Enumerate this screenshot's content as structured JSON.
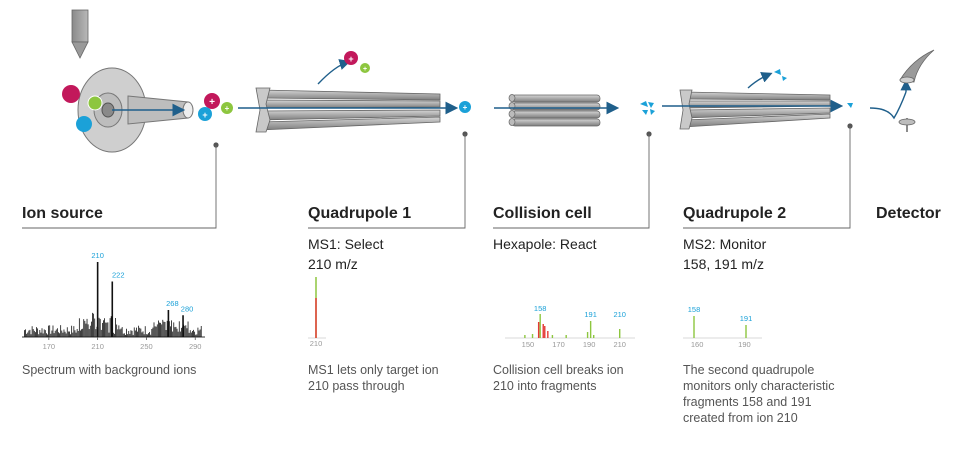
{
  "stages": [
    {
      "title": "Ion source"
    },
    {
      "title": "Quadrupole 1",
      "sub1": "MS1: Select",
      "sub2": "210 m/z"
    },
    {
      "title": "Collision cell",
      "sub1": "Hexapole: React"
    },
    {
      "title": "Quadrupole 2",
      "sub1": "MS2: Monitor",
      "sub2": "158, 191 m/z"
    },
    {
      "title": "Detector"
    }
  ],
  "descriptions": {
    "source": "Spectrum with  background ions",
    "q1": [
      "MS1 lets only target ion",
      "210 pass through"
    ],
    "cell": [
      "Collision cell breaks ion",
      "210 into fragments"
    ],
    "q2": [
      "The second quadrupole",
      "monitors only characteristic",
      "fragments 158 and 191",
      "created from ion 210"
    ]
  },
  "ion_symbols": {
    "positive": "+"
  },
  "colors": {
    "magenta": "#c2185b",
    "green": "#8dc63f",
    "cyan": "#1ba1d8",
    "blue_label": "#1ba1d8",
    "red": "#e53935",
    "gray": "#999999",
    "dark": "#222222",
    "arrow": "#1f5f8b"
  },
  "spectra": {
    "source": {
      "ticks": [
        "170",
        "210",
        "250",
        "290"
      ],
      "labels": [
        "210",
        "222",
        "268",
        "280"
      ],
      "peaks": [
        {
          "mz": 210,
          "h": 1.0,
          "label": "210"
        },
        {
          "mz": 222,
          "h": 0.74,
          "label": "222"
        },
        {
          "mz": 268,
          "h": 0.36,
          "label": "268"
        },
        {
          "mz": 280,
          "h": 0.29,
          "label": "280"
        }
      ]
    },
    "q1": {
      "ticks": [
        "210"
      ],
      "peak_mz": 210
    },
    "cell": {
      "ticks": [
        "150",
        "170",
        "190",
        "210"
      ],
      "labels": [
        "158",
        "191",
        "210"
      ]
    },
    "q2": {
      "ticks": [
        "160",
        "190"
      ],
      "labels": [
        "158",
        "191"
      ]
    }
  }
}
